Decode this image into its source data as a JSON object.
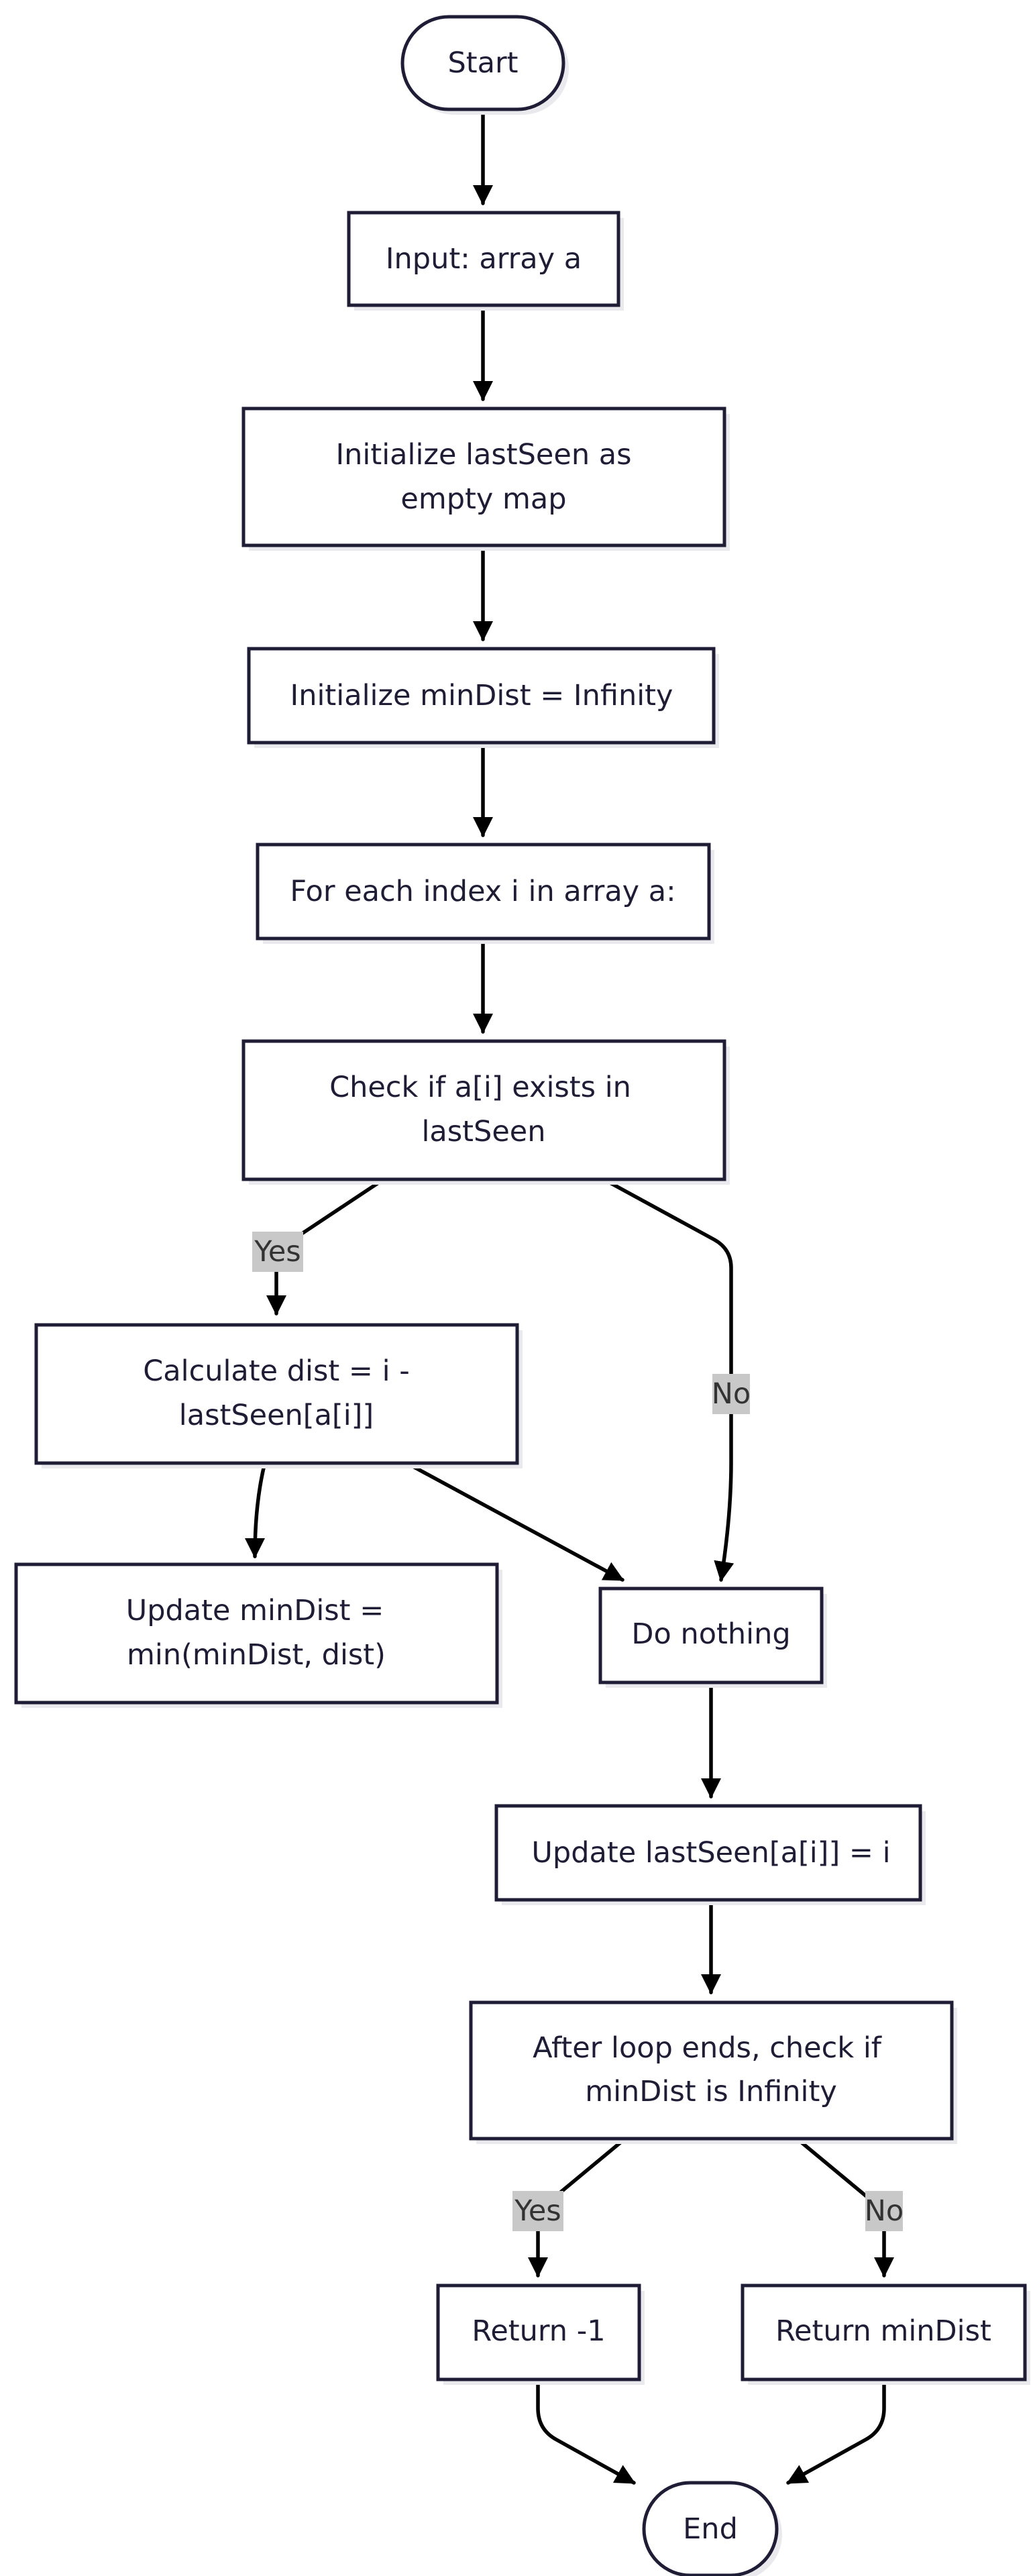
{
  "nodes": {
    "start": {
      "lines": [
        "Start"
      ]
    },
    "input": {
      "lines": [
        "Input: array a"
      ]
    },
    "init_last_seen": {
      "lines": [
        "Initialize lastSeen as",
        "empty map"
      ]
    },
    "init_min_dist": {
      "lines": [
        "Initialize minDist = Infinity"
      ]
    },
    "for_each": {
      "lines": [
        "For each index i in array a:"
      ]
    },
    "check_exists": {
      "lines": [
        "Check if a[i] exists in",
        "lastSeen"
      ]
    },
    "calc_dist": {
      "lines": [
        "Calculate dist = i -",
        "lastSeen[a[i]]"
      ]
    },
    "update_min": {
      "lines": [
        "Update minDist =",
        "min(minDist, dist)"
      ]
    },
    "do_nothing": {
      "lines": [
        "Do nothing"
      ]
    },
    "update_last_seen": {
      "lines": [
        "Update lastSeen[a[i]] = i"
      ]
    },
    "after_loop": {
      "lines": [
        "After loop ends, check if",
        "minDist is Infinity"
      ]
    },
    "return_neg": {
      "lines": [
        "Return -1"
      ]
    },
    "return_min": {
      "lines": [
        "Return minDist"
      ]
    },
    "end": {
      "lines": [
        "End"
      ]
    }
  },
  "edge_labels": {
    "check_yes": "Yes",
    "check_no": "No",
    "after_yes": "Yes",
    "after_no": "No"
  }
}
